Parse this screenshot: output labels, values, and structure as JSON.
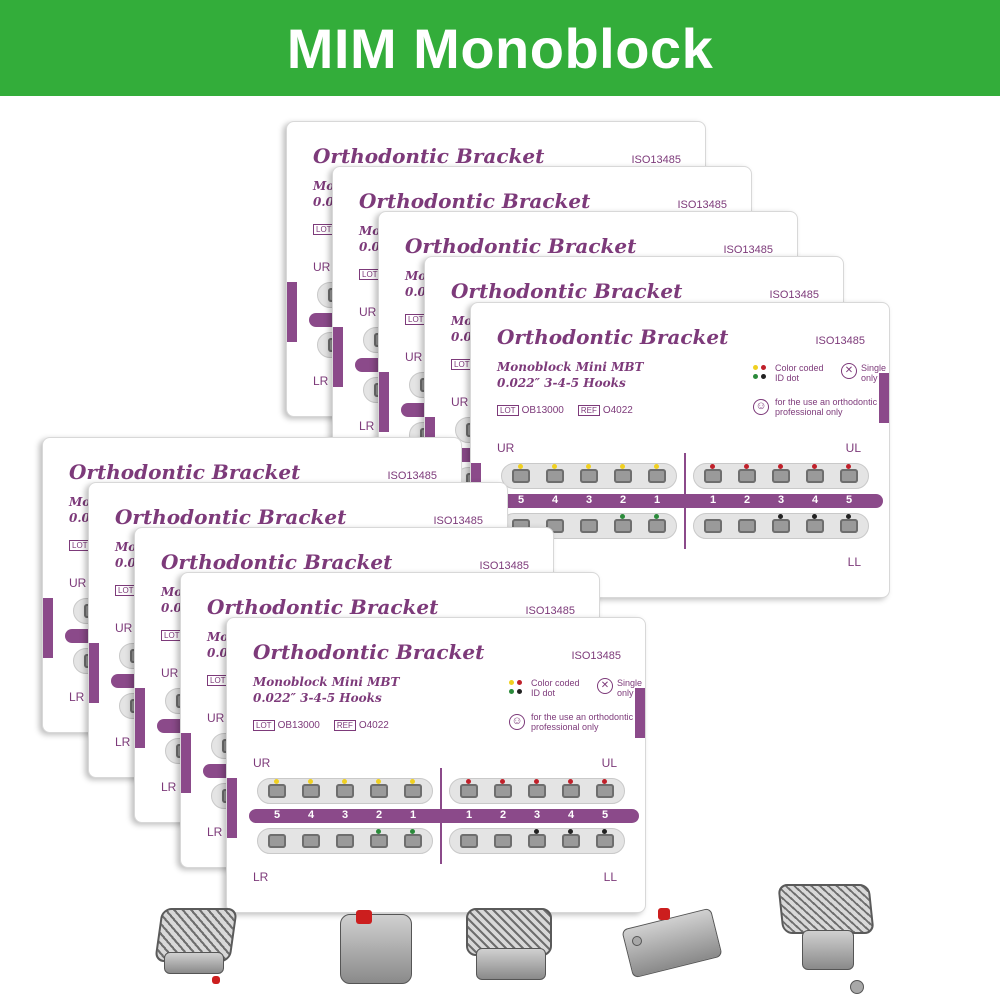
{
  "banner": {
    "title": "MIM Monoblock"
  },
  "card": {
    "title": "Orthodontic Bracket",
    "iso": "ISO13485",
    "model_line1": "Monoblock Mini MBT",
    "model_line2": "0.022″  3-4-5  Hooks",
    "color_coded": "Color coded",
    "id_dot": "ID dot",
    "single_use_1": "Single use",
    "single_use_2": "only",
    "professional_1": "for the use an orthodontic",
    "professional_2": "professional only",
    "lot_tag": "LOT",
    "lot_value": "OB13000",
    "ref_tag": "REF",
    "ref_value": "O4022",
    "quadrants": {
      "ur": "UR",
      "ul": "UL",
      "lr": "LR",
      "ll": "LL"
    },
    "upper_left_numbers": [
      "5",
      "4",
      "3",
      "2",
      "1"
    ],
    "upper_right_numbers": [
      "1",
      "2",
      "3",
      "4",
      "5"
    ]
  },
  "colors": {
    "banner_green": "#33ad3a",
    "brand_purple": "#7d3a7a",
    "tab_purple": "#8b4a8a",
    "dot_yellow": "#f0d020",
    "dot_red": "#c0202a",
    "dot_green": "#2a8a3a",
    "dot_black": "#222222"
  },
  "icons": [
    "single-use-icon",
    "smiley-icon",
    "bracket-icon"
  ]
}
